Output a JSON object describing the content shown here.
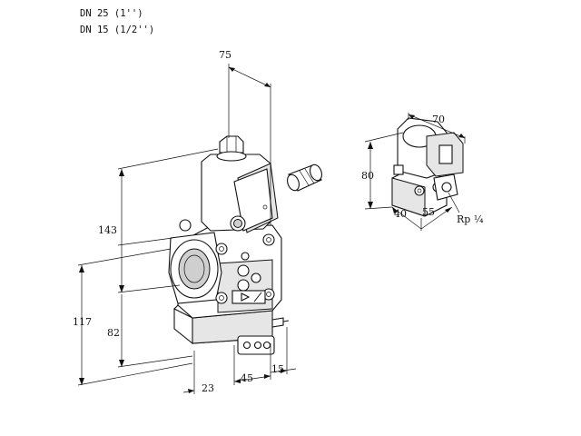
{
  "header": {
    "line1": "DN 25 (1'')",
    "line2": "DN 15 (1/2'')"
  },
  "main_view": {
    "dim_top_width": "75",
    "dim_height_total": "143",
    "dim_height_body": "82",
    "dim_height_outer": "117",
    "dim_bottom_left": "23",
    "dim_bottom_mid": "45",
    "dim_bottom_right": "15"
  },
  "detail_view": {
    "dim_width": "70",
    "dim_height": "80",
    "dim_depth_left": "40",
    "dim_depth_right": "55",
    "thread_label": "Rp ¼"
  }
}
